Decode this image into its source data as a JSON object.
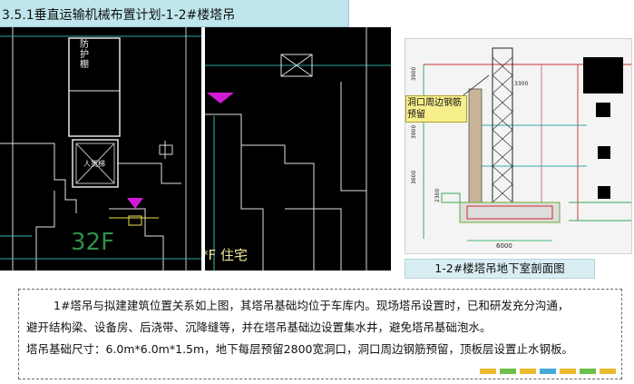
{
  "title": "3.5.1垂直运输机械布置计划-1-2#楼塔吊",
  "left_plan": {
    "protective_shed_label": "防护棚",
    "hoist_label": "人货梯",
    "floor_label": "32F"
  },
  "right_plan": {
    "residence_label": "*F 住宅"
  },
  "section": {
    "callout": "洞口周边钢筋\n预留",
    "dims": [
      "3900",
      "3900",
      "3600",
      "3300",
      "6000",
      "2300"
    ],
    "caption": "1-2#楼塔吊地下室剖面图"
  },
  "description": {
    "line1": "1#塔吊与拟建建筑位置关系如上图，其塔吊基础均位于车库内。现场塔吊设置时，已和研发充分沟通，",
    "line2": "避开结构梁、设备房、后浇带、沉降缝等，并在塔吊基础边设置集水井，避免塔吊基础泡水。",
    "line3": "塔吊基础尺寸：6.0m*6.0m*1.5m，地下每层预留2800宽洞口，洞口周边钢筋预留，顶板层设置止水钢板。"
  },
  "colors": {
    "title_bg": "#bfe6ec",
    "cad_bg": "#000000",
    "marker": "#d11bd6",
    "callout_bg": "#f7ee8c"
  }
}
